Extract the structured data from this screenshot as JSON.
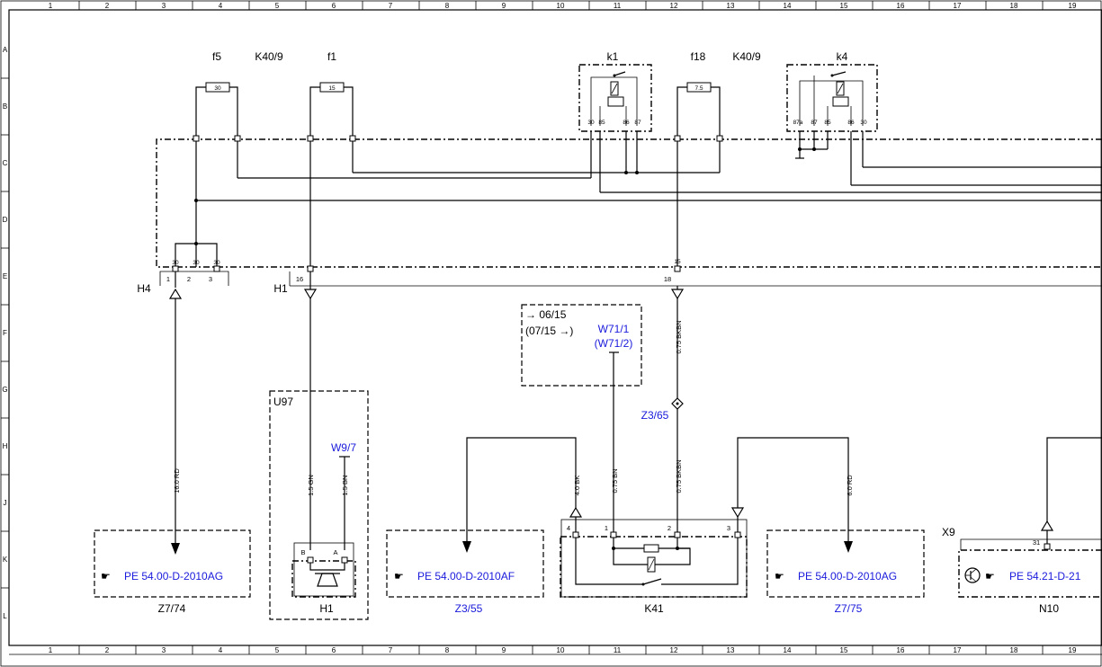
{
  "grid": {
    "columns": [
      "1",
      "2",
      "3",
      "4",
      "5",
      "6",
      "7",
      "8",
      "9",
      "10",
      "11",
      "12",
      "13",
      "14",
      "15",
      "16",
      "17",
      "18",
      "19"
    ],
    "rows": [
      "A",
      "B",
      "C",
      "D",
      "E",
      "F",
      "G",
      "H",
      "J",
      "K",
      "L"
    ]
  },
  "components": {
    "f5": {
      "label": "f5",
      "rating": "30"
    },
    "k409a": {
      "label": "K40/9"
    },
    "f1": {
      "label": "f1",
      "rating": "15"
    },
    "k1": {
      "label": "k1",
      "pins": [
        "30",
        "85",
        "86",
        "87"
      ]
    },
    "f18": {
      "label": "f18",
      "rating": "7.5"
    },
    "k409b": {
      "label": "K40/9"
    },
    "k4": {
      "label": "k4",
      "pins": [
        "87a",
        "87",
        "85",
        "86",
        "30"
      ]
    }
  },
  "connectors": {
    "h4": {
      "label": "H4",
      "pins": [
        "1",
        "2",
        "3"
      ],
      "bus_pins": [
        "30",
        "30",
        "30"
      ]
    },
    "h1": {
      "label": "H1",
      "pins": [
        "16"
      ]
    },
    "pin15": "15",
    "pin18": "18",
    "x9": {
      "label": "X9",
      "pin": "31"
    }
  },
  "wires": {
    "w1": "16.0 RD",
    "w2": "1.5 GN",
    "w3": "1.5 BN",
    "w4": "0.75 BKBN",
    "w5": "0.75 BKBN",
    "w6": "4.0 BK",
    "w7": "0.75 BN",
    "w8": "6.0 RD"
  },
  "notes": {
    "version1": "→ 06/15",
    "version2": "(07/15 →)",
    "w71a": "W71/1",
    "w71b": "(W71/2)",
    "w97": "W9/7",
    "z365": "Z3/65"
  },
  "boxes": {
    "u97": "U97",
    "h1_pins": [
      "B",
      "A"
    ],
    "k41_pins": [
      "4",
      "1",
      "2",
      "3"
    ],
    "ref1": "PE 54.00-D-2010AG",
    "ref1_label": "Z7/74",
    "h1_label": "H1",
    "ref2": "PE 54.00-D-2010AF",
    "ref2_label": "Z3/55",
    "k41_label": "K41",
    "ref3": "PE 54.00-D-2010AG",
    "ref3_label": "Z7/75",
    "ref4": "PE 54.21-D-21",
    "ref4_label": "N10"
  },
  "colors": {
    "reference_blue": "#1a1adc",
    "line": "#000000"
  }
}
